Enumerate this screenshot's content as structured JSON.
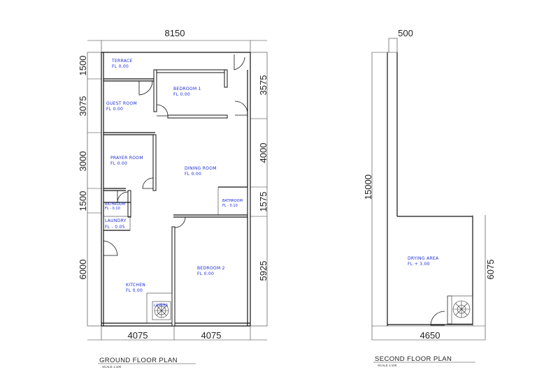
{
  "ground_floor": {
    "dimensions": {
      "top": "8150",
      "left": [
        "1500",
        "3075",
        "3000",
        "1500",
        "6000"
      ],
      "right": [
        "3575",
        "4000",
        "1575",
        "5925"
      ],
      "bottom": [
        "4075",
        "4075"
      ]
    },
    "rooms": [
      {
        "name": "TERRACE",
        "level": "FL 0.00"
      },
      {
        "name": "BEDROOM 1",
        "level": "FL 0.00"
      },
      {
        "name": "GUEST ROOM",
        "level": "FL 0.00"
      },
      {
        "name": "PRAYER ROOM",
        "level": "FL 0.00"
      },
      {
        "name": "DINING ROOM",
        "level": "FL 0.00"
      },
      {
        "name": "BATHROOM",
        "level": "FL - 0.10"
      },
      {
        "name": "BATHROOM",
        "level": "FL - 0.10"
      },
      {
        "name": "LAUNDRY",
        "level": "FL - 0.05"
      },
      {
        "name": "BEDROOM 2",
        "level": "FL 0.00"
      },
      {
        "name": "KITCHEN",
        "level": "FL 0.00"
      },
      {
        "name": "LAMPER",
        "level": ""
      }
    ],
    "title": "GROUND FLOOR PLAN",
    "scale": "SCALE 1:100"
  },
  "second_floor": {
    "dimensions": {
      "top": "500",
      "left": "15000",
      "right": "6075",
      "bottom": "4650"
    },
    "rooms": [
      {
        "name": "DRYING AREA",
        "level": "FL + 3.00"
      }
    ],
    "title": "SECOND FLOOR PLAN",
    "scale": "SCALE 1:100"
  }
}
